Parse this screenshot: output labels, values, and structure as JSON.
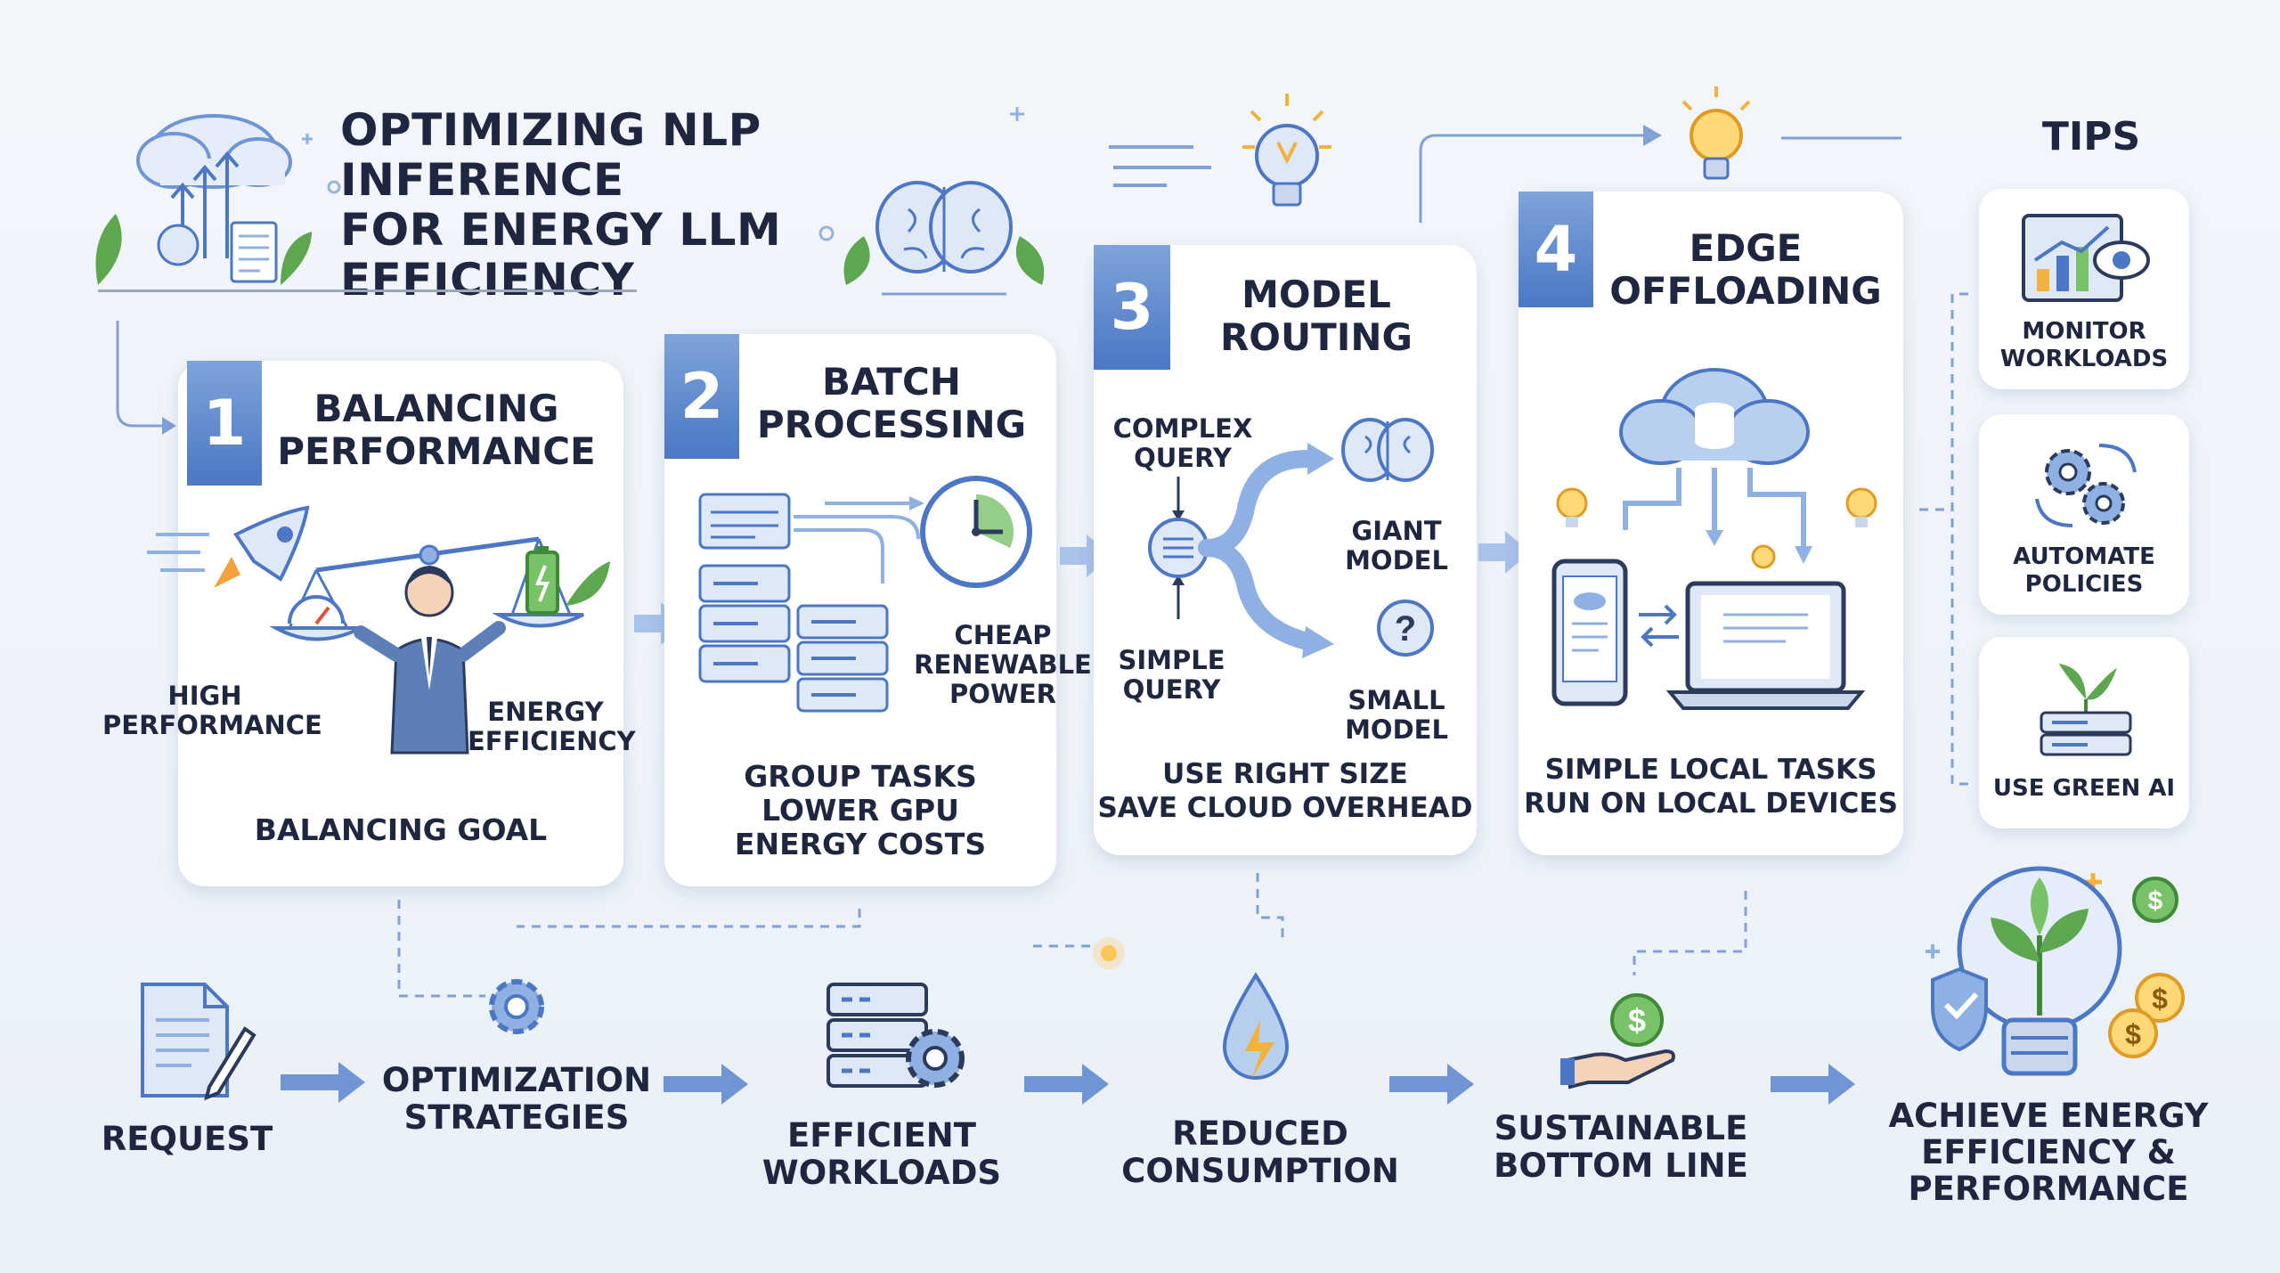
{
  "title": "OPTIMIZING NLP INFERENCE FOR ENERGY LLM EFFICIENCY",
  "title_lines": [
    "OPTIMIZING NLP INFERENCE",
    "FOR ENERGY LLM",
    "EFFICIENCY"
  ],
  "steps": [
    {
      "number": "1",
      "title_lines": [
        "BALANCING",
        "PERFORMANCE"
      ],
      "left_label_lines": [
        "HIGH",
        "PERFORMANCE"
      ],
      "right_label_lines": [
        "ENERGY",
        "EFFICIENCY"
      ],
      "caption": "BALANCING GOAL"
    },
    {
      "number": "2",
      "title_lines": [
        "BATCH",
        "PROCESSING"
      ],
      "side_label_lines": [
        "CHEAP",
        "RENEWABLE",
        "POWER"
      ],
      "caption_lines": [
        "GROUP TASKS",
        "LOWER GPU",
        "ENERGY COSTS"
      ]
    },
    {
      "number": "3",
      "title_lines": [
        "MODEL",
        "ROUTING"
      ],
      "top_label_lines": [
        "COMPLEX",
        "QUERY"
      ],
      "bottom_label_lines": [
        "SIMPLE",
        "QUERY"
      ],
      "giant_label_lines": [
        "GIANT",
        "MODEL"
      ],
      "small_label_lines": [
        "SMALL",
        "MODEL"
      ],
      "caption_lines": [
        "USE RIGHT SIZE",
        "SAVE CLOUD OVERHEAD"
      ]
    },
    {
      "number": "4",
      "title_lines": [
        "EDGE",
        "OFFLOADING"
      ],
      "caption_lines": [
        "SIMPLE LOCAL TASKS",
        "RUN ON LOCAL DEVICES"
      ]
    }
  ],
  "tips": {
    "heading": "TIPS",
    "items": [
      {
        "label_lines": [
          "MONITOR",
          "WORKLOADS"
        ],
        "icon": "monitor-chart-eye-icon"
      },
      {
        "label_lines": [
          "AUTOMATE",
          "POLICIES"
        ],
        "icon": "gears-cycle-icon"
      },
      {
        "label_lines": [
          "USE GREEN AI"
        ],
        "icon": "server-sprout-icon"
      }
    ]
  },
  "flow": [
    {
      "label_lines": [
        "REQUEST"
      ],
      "icon": "document-pen-icon"
    },
    {
      "label_lines": [
        "OPTIMIZATION",
        "STRATEGIES"
      ],
      "icon": "gear-icon"
    },
    {
      "label_lines": [
        "EFFICIENT",
        "WORKLOADS"
      ],
      "icon": "server-gear-icon"
    },
    {
      "label_lines": [
        "REDUCED",
        "CONSUMPTION"
      ],
      "icon": "energy-drop-icon"
    },
    {
      "label_lines": [
        "SUSTAINABLE",
        "BOTTOM LINE"
      ],
      "icon": "hand-coin-icon"
    },
    {
      "label_lines": [
        "ACHIEVE ENERGY",
        "EFFICIENCY &",
        "PERFORMANCE"
      ],
      "icon": "lightbulb-plant-icon"
    }
  ],
  "colors": {
    "accent": "#4b77c4",
    "accent_light": "#8fb0e3",
    "green": "#4c9a3f",
    "ink": "#1e2640",
    "arrow": "#6f95d6"
  }
}
